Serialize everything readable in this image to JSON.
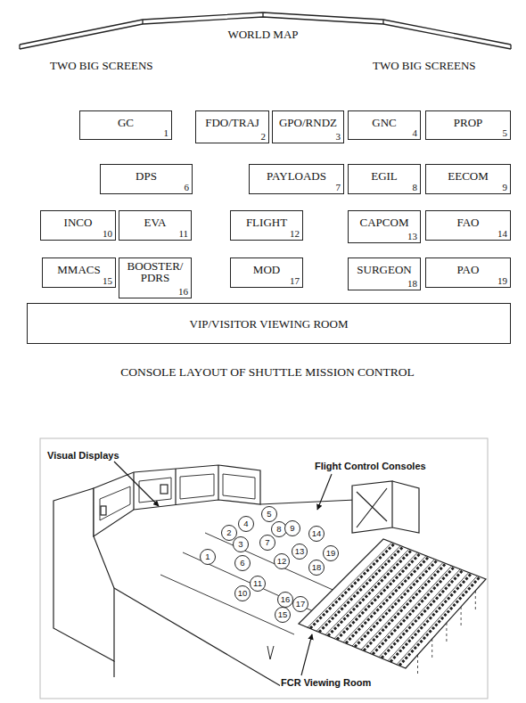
{
  "diagram": {
    "caption": "CONSOLE LAYOUT OF SHUTTLE MISSION CONTROL",
    "nodes": [
      {
        "text": [
          "GC",
          "1"
        ]
      },
      {
        "text": [
          "FDO/TRAJ",
          "2"
        ]
      },
      {
        "text": [
          "GPO/RNDZ",
          "3"
        ]
      },
      {
        "text": [
          "GNC",
          "4"
        ]
      },
      {
        "text": [
          "PROP",
          "5"
        ]
      },
      {
        "text": [
          "DPS",
          "6"
        ]
      },
      {
        "text": [
          "PAYLOADS",
          "7"
        ]
      },
      {
        "text": [
          "EGIL",
          "8"
        ]
      },
      {
        "text": [
          "EECOM",
          "9"
        ]
      },
      {
        "text": [
          "INCO",
          "10"
        ]
      },
      {
        "text": [
          "EVA",
          "11"
        ]
      },
      {
        "text": [
          "FLIGHT",
          "12"
        ]
      },
      {
        "text": [
          "CAPCOM",
          "13"
        ]
      },
      {
        "text": [
          "FAO",
          "14"
        ]
      },
      {
        "text": [
          "MMACS",
          "15"
        ]
      },
      {
        "text": [
          "BOOSTER/ PDRS",
          "16"
        ]
      },
      {
        "text": [
          "MOD",
          "17"
        ]
      },
      {
        "text": [
          "SURGEON",
          "18"
        ]
      },
      {
        "text": [
          "PAO",
          "19"
        ]
      },
      {
        "text": [
          "VIP/VISITOR VIEWING ROOM"
        ]
      },
      {
        "text": [
          "1"
        ]
      },
      {
        "text": [
          "2"
        ]
      },
      {
        "text": [
          "3"
        ]
      },
      {
        "text": [
          "4"
        ]
      },
      {
        "text": [
          "5"
        ]
      },
      {
        "text": [
          "6"
        ]
      },
      {
        "text": [
          "7"
        ]
      },
      {
        "text": [
          "8"
        ]
      },
      {
        "text": [
          "9"
        ]
      },
      {
        "text": [
          "10"
        ]
      },
      {
        "text": [
          "11"
        ]
      },
      {
        "text": [
          "12"
        ]
      },
      {
        "text": [
          "13"
        ]
      },
      {
        "text": [
          "14"
        ]
      },
      {
        "text": [
          "15"
        ]
      },
      {
        "text": [
          "16"
        ]
      },
      {
        "text": [
          "17"
        ]
      },
      {
        "text": [
          "18"
        ]
      },
      {
        "text": [
          "19"
        ]
      }
    ],
    "labels": [
      "WORLD MAP",
      "TWO BIG SCREENS",
      "TWO BIG SCREENS",
      "Visual Displays",
      "Flight Control Consoles",
      "FCR Viewing Room"
    ]
  }
}
